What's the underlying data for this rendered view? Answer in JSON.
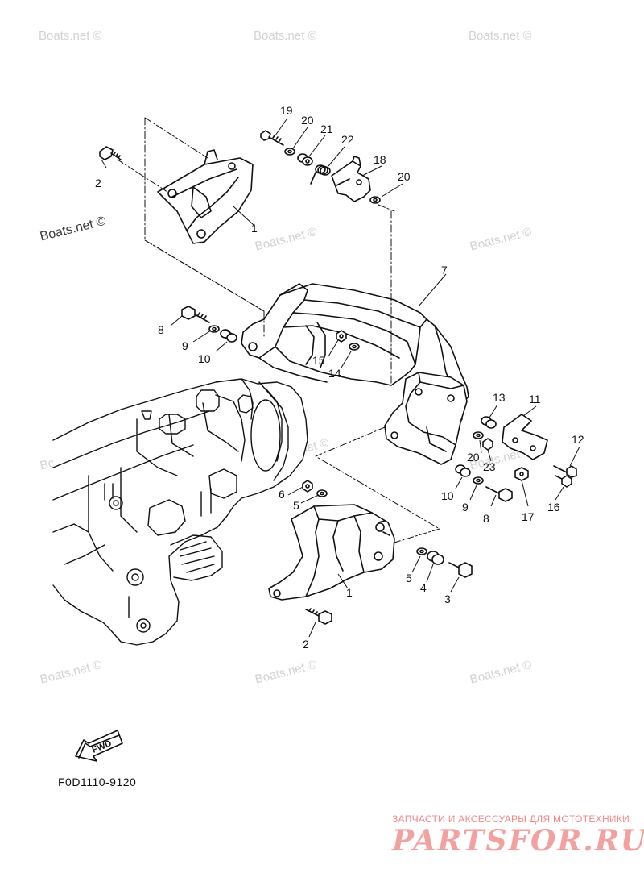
{
  "watermark": "Boats.net ©",
  "diagram_code": "F0D1110-9120",
  "fwd_label": "FWD",
  "brand": {
    "tagline": "ЗАПЧАСТИ И АКСЕССУАРЫ ДЛЯ МОТОТЕХНИКИ",
    "name": "PARTSFOR.RU"
  },
  "callouts": {
    "c19": "19",
    "c20a": "20",
    "c21": "21",
    "c22": "22",
    "c18": "18",
    "c20b": "20",
    "c2a": "2",
    "c1a": "1",
    "c7": "7",
    "c8a": "8",
    "c9a": "9",
    "c10a": "10",
    "c15": "15",
    "c14": "14",
    "c13": "13",
    "c11": "11",
    "c12": "12",
    "c20c": "20",
    "c23": "23",
    "c10b": "10",
    "c9b": "9",
    "c8b": "8",
    "c17": "17",
    "c16": "16",
    "c6": "6",
    "c5a": "5",
    "c1b": "1",
    "c5b": "5",
    "c4": "4",
    "c3": "3",
    "c2b": "2"
  }
}
